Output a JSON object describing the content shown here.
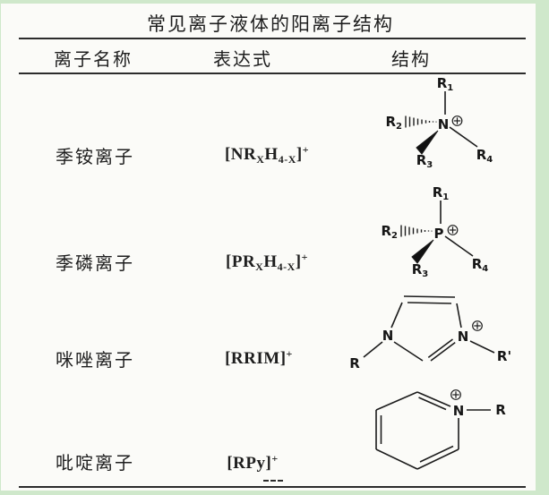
{
  "title": "常见离子液体的阳离子结构",
  "table": {
    "headers": [
      "离子名称",
      "表达式",
      "结构"
    ],
    "rows": [
      {
        "name": "季铵离子",
        "expression": [
          [
            "[NR",
            "n"
          ],
          [
            "X",
            "sub"
          ],
          [
            "H",
            "n"
          ],
          [
            "4-X",
            "sub"
          ],
          [
            "]",
            "n"
          ],
          [
            "+",
            "sup"
          ]
        ],
        "structure": {
          "type": "tetrahedral-cation",
          "center": "N",
          "charge": "+",
          "r1": [
            "R",
            "1"
          ],
          "r2": [
            "R",
            "2"
          ],
          "r3": [
            "R",
            "3"
          ],
          "r4": [
            "R",
            "4"
          ]
        }
      },
      {
        "name": "季磷离子",
        "expression": [
          [
            "[PR",
            "n"
          ],
          [
            "X",
            "sub"
          ],
          [
            "H",
            "n"
          ],
          [
            "4-X",
            "sub"
          ],
          [
            "]",
            "n"
          ],
          [
            "+",
            "sup"
          ]
        ],
        "structure": {
          "type": "tetrahedral-cation",
          "center": "P",
          "charge": "+",
          "r1": [
            "R",
            "1"
          ],
          "r2": [
            "R",
            "2"
          ],
          "r3": [
            "R",
            "3"
          ],
          "r4": [
            "R",
            "4"
          ]
        }
      },
      {
        "name": "咪唑离子",
        "expression": [
          [
            "[RRIM]",
            "n"
          ],
          [
            "+",
            "sup"
          ]
        ],
        "structure": {
          "type": "imidazolium-ring",
          "charge": "+",
          "n_left": "N",
          "n_right": "N",
          "sub_left": "R",
          "sub_right": "R'"
        }
      },
      {
        "name": "吡啶离子",
        "expression": [
          [
            "[RPy]",
            "n"
          ],
          [
            "+",
            "sup"
          ]
        ],
        "structure": {
          "type": "pyridinium-ring",
          "charge": "+",
          "n": "N",
          "sub": "R"
        }
      }
    ]
  },
  "colors": {
    "frame_green": "#cfe8cb",
    "paper": "#fbfbf8",
    "ink": "#1e1e1e"
  }
}
